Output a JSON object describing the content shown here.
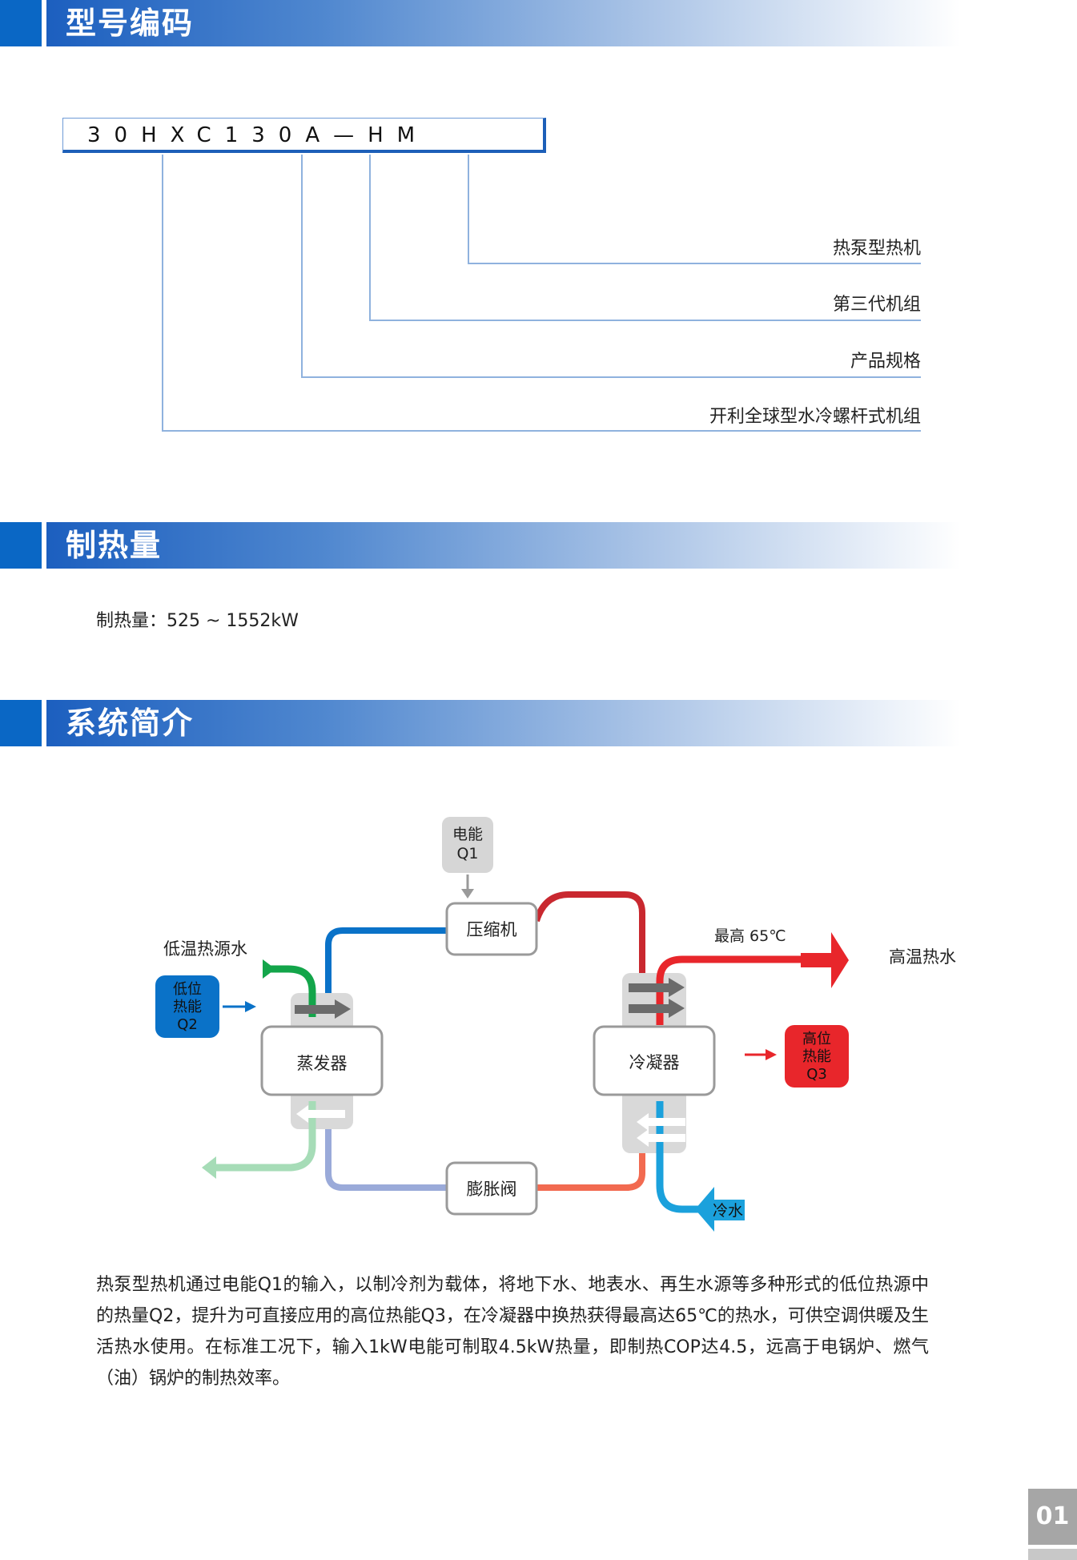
{
  "sections": {
    "model": {
      "title": "型号编码"
    },
    "capacity": {
      "title": "制热量"
    },
    "system": {
      "title": "系统简介"
    }
  },
  "model_code": {
    "code": "30HXC130A—HM",
    "legend": [
      "热泵型热机",
      "第三代机组",
      "产品规格",
      "开利全球型水冷螺杆式机组"
    ]
  },
  "capacity_text": "制热量：525 ~ 1552kW",
  "diagram": {
    "electric_energy": [
      "电能",
      "Q1"
    ],
    "compressor": "压缩机",
    "evaporator": "蒸发器",
    "condenser": "冷凝器",
    "expansion_valve": "膨胀阀",
    "low_temp_source": "低温热源水",
    "low_energy": [
      "低位",
      "热能",
      "Q2"
    ],
    "high_energy": [
      "高位",
      "热能",
      "Q3"
    ],
    "max_temp": "最高 65℃",
    "hot_water": "高温热水",
    "cold_water": "冷水",
    "colors": {
      "red": "#e8262b",
      "blue": "#0a7bc8",
      "light_blue": "#1ba1dc",
      "green": "#14a64b",
      "grey": "#d8d8d8"
    }
  },
  "intro_text": "热泵型热机通过电能Q1的输入，以制冷剂为载体，将地下水、地表水、再生水源等多种形式的低位热源中的热量Q2，提升为可直接应用的高位热能Q3，在冷凝器中换热获得最高达65℃的热水，可供空调供暖及生活热水使用。在标准工况下，输入1kW电能可制取4.5kW热量，即制热COP达4.5，远高于电锅炉、燃气（油）锅炉的制热效率。",
  "page_number": "01"
}
